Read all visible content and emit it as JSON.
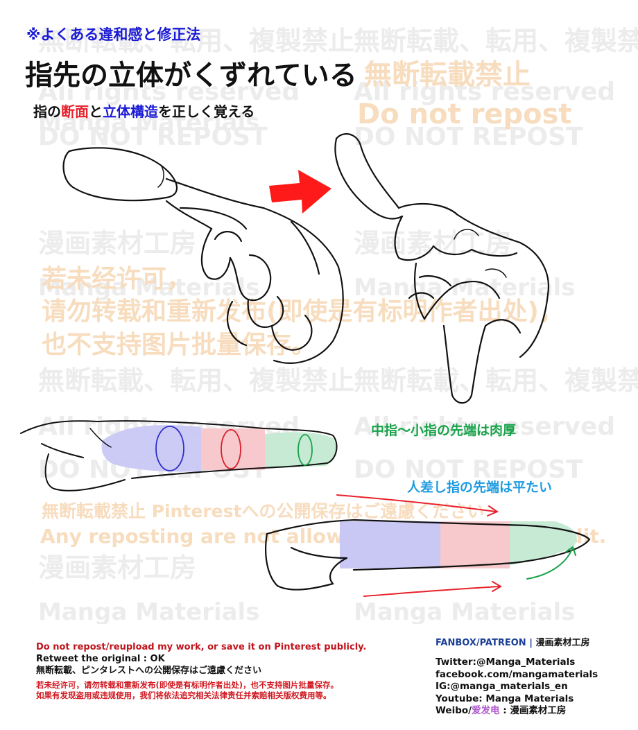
{
  "header": {
    "tag": "※よくある違和感と修正法",
    "title": "指先の立体がくずれている",
    "subtitle_part1": "指の",
    "subtitle_red": "断面",
    "subtitle_part2": "と",
    "subtitle_blue": "立体構造",
    "subtitle_part3": "を正しく覚える"
  },
  "watermarks": {
    "jp_prohibit": "無断転載、転用、複製禁止",
    "jp_prohibit2": "無断転載禁止",
    "rights": "All rights reserved",
    "manga_materials": "Manga Materials",
    "do_not_repost_caps": "DO NOT REPOST",
    "do_not_repost": "Do not repost",
    "studio": "漫画素材工房",
    "cn_line1": "若未经许可，",
    "cn_line2": "请勿转载和重新发布(即使是有标明作者出处)，",
    "cn_line3": "也不支持图片批量保存。",
    "pinterest": "無断転載禁止 Pinterestへの公開保存はご遠慮ください",
    "any_reposting": "Any reposting are not allowed even with the credit."
  },
  "annotations": {
    "middle_to_little": "中指〜小指の先端は肉厚",
    "index_flat": "人差し指の先端は平たい"
  },
  "colors": {
    "arrow_red": "#ff1a1a",
    "section_blue": "#c9c8f5",
    "section_red": "#f7c9cc",
    "section_green": "#c7ead4",
    "green_label": "#18a24a",
    "blue_label": "#1e9be0",
    "title_blue": "#1a1ad6"
  },
  "footer": {
    "notice_en": "Do not repost/reupload my work, or save it on Pinterest publicly.",
    "retweet": "Retweet the original : OK",
    "notice_jp": "無断転載、ピンタレストへの公開保存はご遠慮ください",
    "notice_cn1": "若未经许可，请勿转载和重新发布(即使是有标明作者出处)，也不支持图片批量保存。",
    "notice_cn2": "如果有发现盗用或违规使用，我们将依法追究相关法律责任并索赔相关版权费用等。",
    "fanbox": "FANBOX/PATREON",
    "fanbox_sep": " | ",
    "fanbox_name": "漫画素材工房",
    "twitter": "Twitter:@Manga_Materials",
    "facebook": "facebook.com/mangamaterials",
    "ig": "IG:@manga_materials_en",
    "youtube": "Youtube: Manga Materials",
    "weibo_prefix": "Weibo/",
    "weibo_purple": "爱发电",
    "weibo_suffix": " : 漫画素材工房"
  }
}
